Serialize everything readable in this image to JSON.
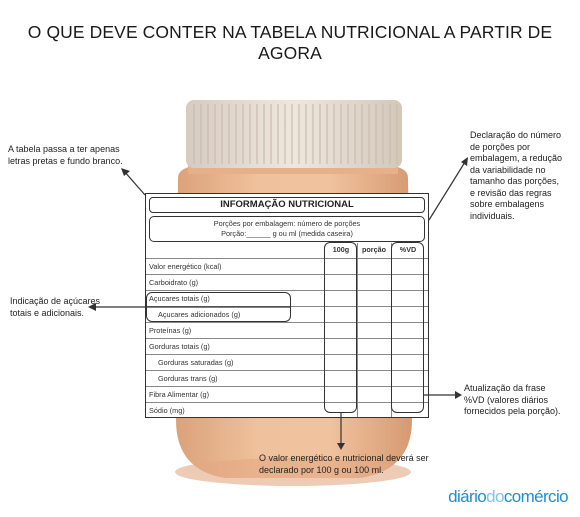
{
  "title": "O QUE DEVE CONTER NA TABELA NUTRICIONAL A PARTIR DE AGORA",
  "table": {
    "header": "INFORMAÇÃO NUTRICIONAL",
    "serving_line1": "Porções por embalagem: número de porções",
    "serving_line2": "Porção:______ g ou ml (medida caseira)",
    "columns": [
      "100g",
      "porção",
      "%VD"
    ],
    "rows": [
      {
        "label": "Valor energético (kcal)"
      },
      {
        "label": "Carboidrato (g)"
      },
      {
        "label": "Açucares totais (g)"
      },
      {
        "label": "Açucares adicionados (g)"
      },
      {
        "label": "Proteínas (g)"
      },
      {
        "label": "Gorduras totais (g)"
      },
      {
        "label": "Gorduras saturadas (g)"
      },
      {
        "label": "Gorduras trans (g)"
      },
      {
        "label": "Fibra Alimentar (g)"
      },
      {
        "label": "Sódio (mg)"
      }
    ]
  },
  "notes": {
    "top_left": [
      "A tabela passa a ter apenas",
      "letras pretas e fundo branco."
    ],
    "mid_left": [
      "Indicação de açúcares",
      "totais e adicionais."
    ],
    "top_right": [
      "Declaração do número",
      "de porções por",
      "embalagem, a redução",
      "da variabilidade no",
      "tamanho das porções,",
      "e revisão das regras",
      "sobre embalagens",
      "individuais."
    ],
    "bottom_right": [
      "Atualização da frase",
      "%VD (valores diários",
      "fornecidos pela porção)."
    ],
    "bottom_center": [
      "O valor energético e nutricional deverá ser",
      "declarado por 100 g ou 100 ml."
    ]
  },
  "brand": {
    "part1": "diário",
    "part2": "do",
    "part3": "comércio"
  },
  "colors": {
    "jar_lid": "#e7ddd2",
    "jar_body": "#e9b48a",
    "brand_blue": "#1d8fd0",
    "brand_light": "#7fc4ea"
  }
}
